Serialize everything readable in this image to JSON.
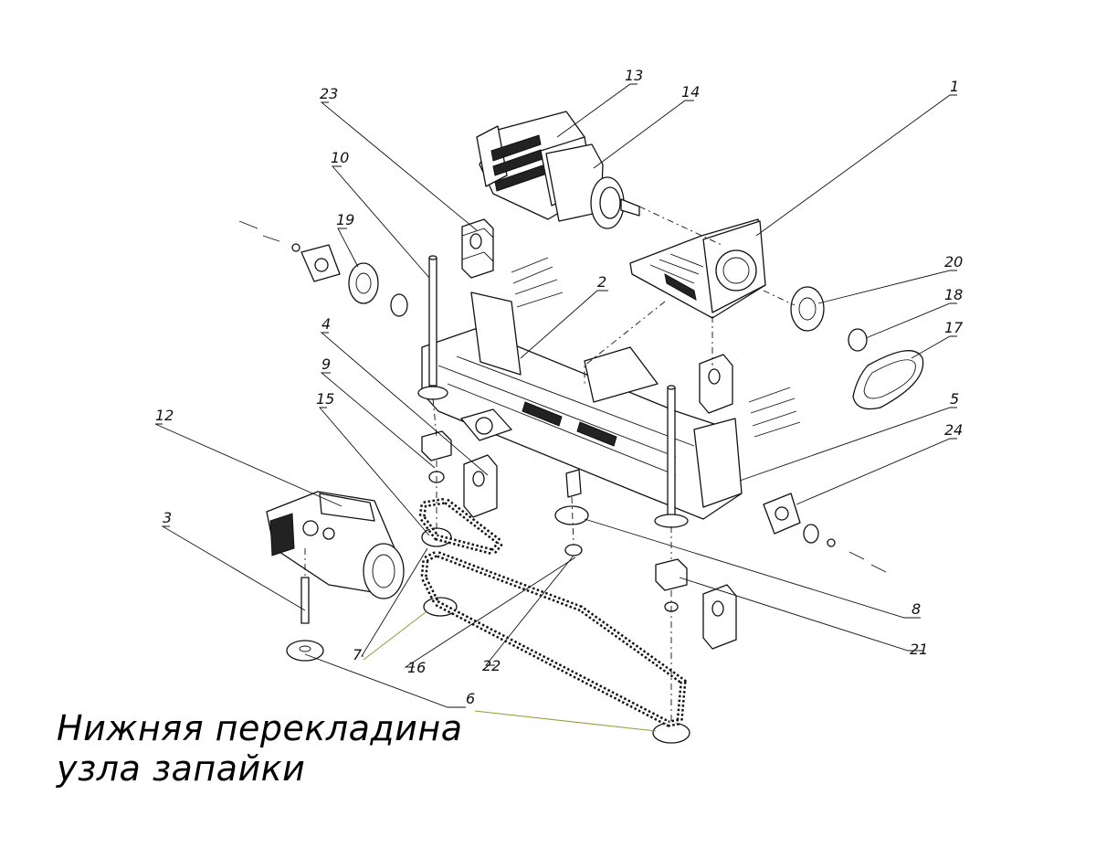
{
  "title": {
    "line1": "Нижняя перекладина",
    "line2": "узла запайки"
  },
  "callouts": [
    "1",
    "2",
    "3",
    "4",
    "5",
    "6",
    "7",
    "8",
    "9",
    "10",
    "12",
    "13",
    "14",
    "15",
    "16",
    "17",
    "18",
    "19",
    "20",
    "21",
    "22",
    "23",
    "24"
  ],
  "colors": {
    "line": "#111111",
    "accent_leader": "#9a9a3a",
    "background": "#ffffff"
  }
}
